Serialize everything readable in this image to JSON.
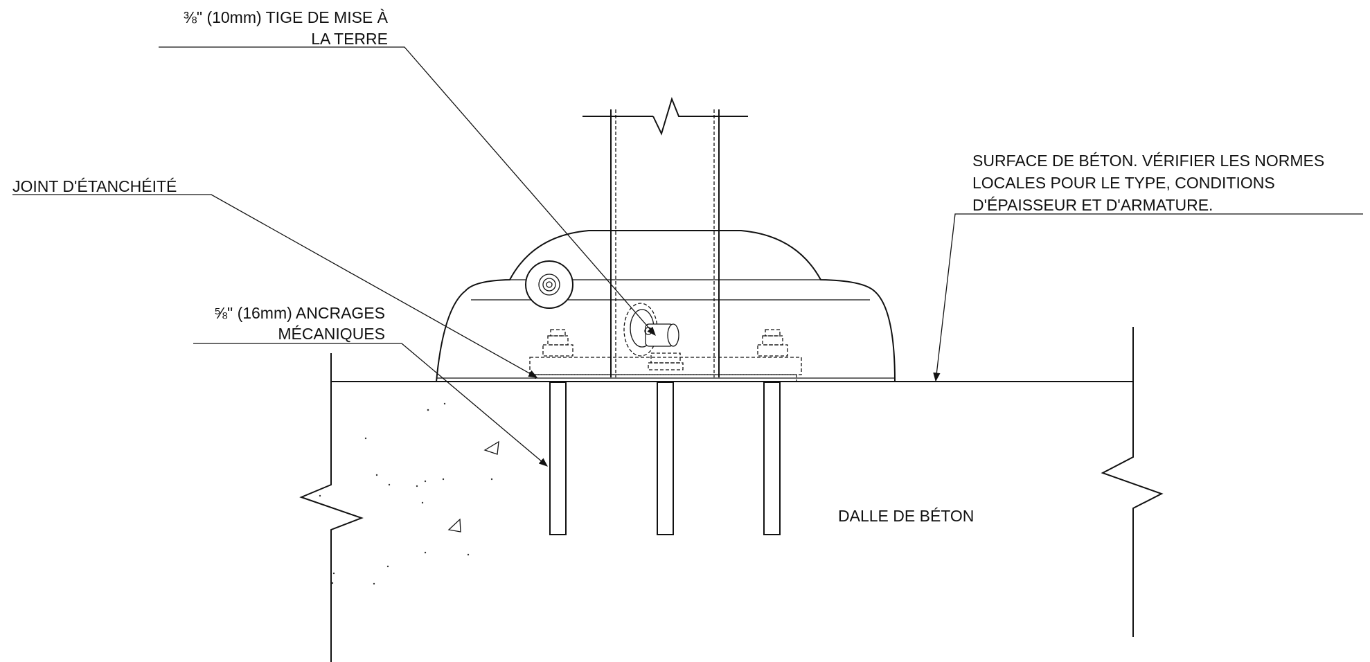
{
  "labels": {
    "ground_rod_line1": "⅜\" (10mm) TIGE DE MISE À",
    "ground_rod_line2": "LA TERRE",
    "sealant": "JOINT D'ÉTANCHÉITÉ",
    "anchors_line1": "⅝\" (16mm) ANCRAGES",
    "anchors_line2": "MÉCANIQUES",
    "surface_line1": "SURFACE DE BÉTON. VÉRIFIER LES NORMES",
    "surface_line2": "LOCALES POUR LE TYPE, CONDITIONS",
    "surface_line3": "D'ÉPAISSEUR ET D'ARMATURE.",
    "slab": "DALLE DE BÉTON"
  },
  "colors": {
    "line": "#111111",
    "background": "#ffffff"
  }
}
